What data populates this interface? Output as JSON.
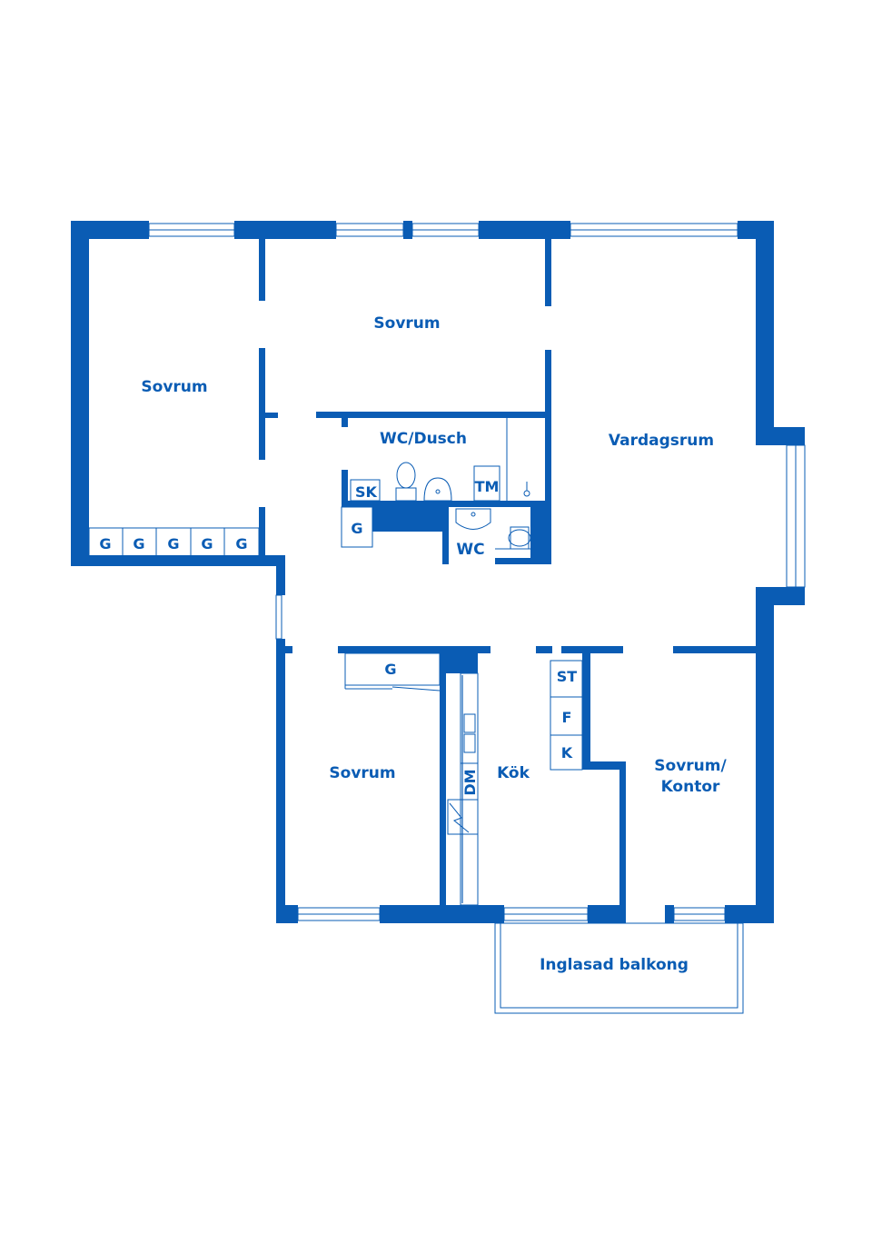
{
  "colors": {
    "wall": "#0a5cb4",
    "background": "#ffffff"
  },
  "rooms": {
    "sovrum_nw": "Sovrum",
    "sovrum_top": "Sovrum",
    "wc_dusch": "WC/Dusch",
    "vardagsrum": "Vardagsrum",
    "sovrum_sw": "Sovrum",
    "kok": "Kök",
    "sovrum_kontor_line1": "Sovrum/",
    "sovrum_kontor_line2": "Kontor",
    "balkong": "Inglasad balkong",
    "wc": "WC"
  },
  "fixtures": {
    "sk": "SK",
    "tm": "TM",
    "g_hall": "G",
    "g_sovrum": "G",
    "g_row": [
      "G",
      "G",
      "G",
      "G",
      "G"
    ],
    "dm": "DM",
    "st": "ST",
    "f": "F",
    "k": "K"
  }
}
